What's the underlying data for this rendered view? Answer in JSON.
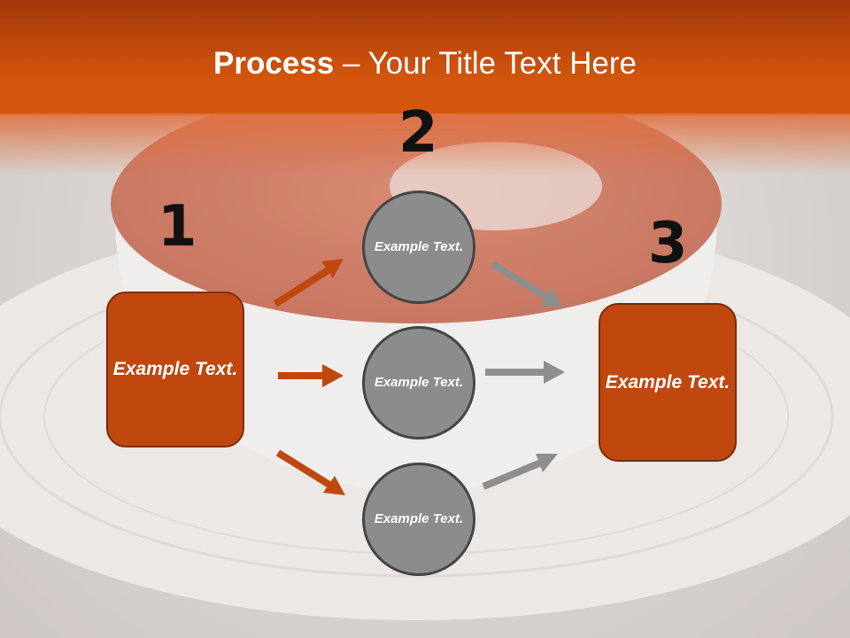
{
  "title": {
    "bold": "Process",
    "rest": " – Your Title Text Here"
  },
  "steps": [
    {
      "number": "1",
      "text": "Example Text."
    },
    {
      "number": "2"
    },
    {
      "number": "3",
      "text": "Example Text."
    }
  ],
  "circles": [
    {
      "text": "Example Text."
    },
    {
      "text": "Example Text."
    },
    {
      "text": "Example Text."
    }
  ],
  "colors": {
    "header": "#d4560c",
    "box": "#c0480f",
    "box_border": "#7d2a05",
    "circle": "#8c8c8c",
    "arrow_left": "#c0480f",
    "arrow_right": "#8e8e8e"
  }
}
